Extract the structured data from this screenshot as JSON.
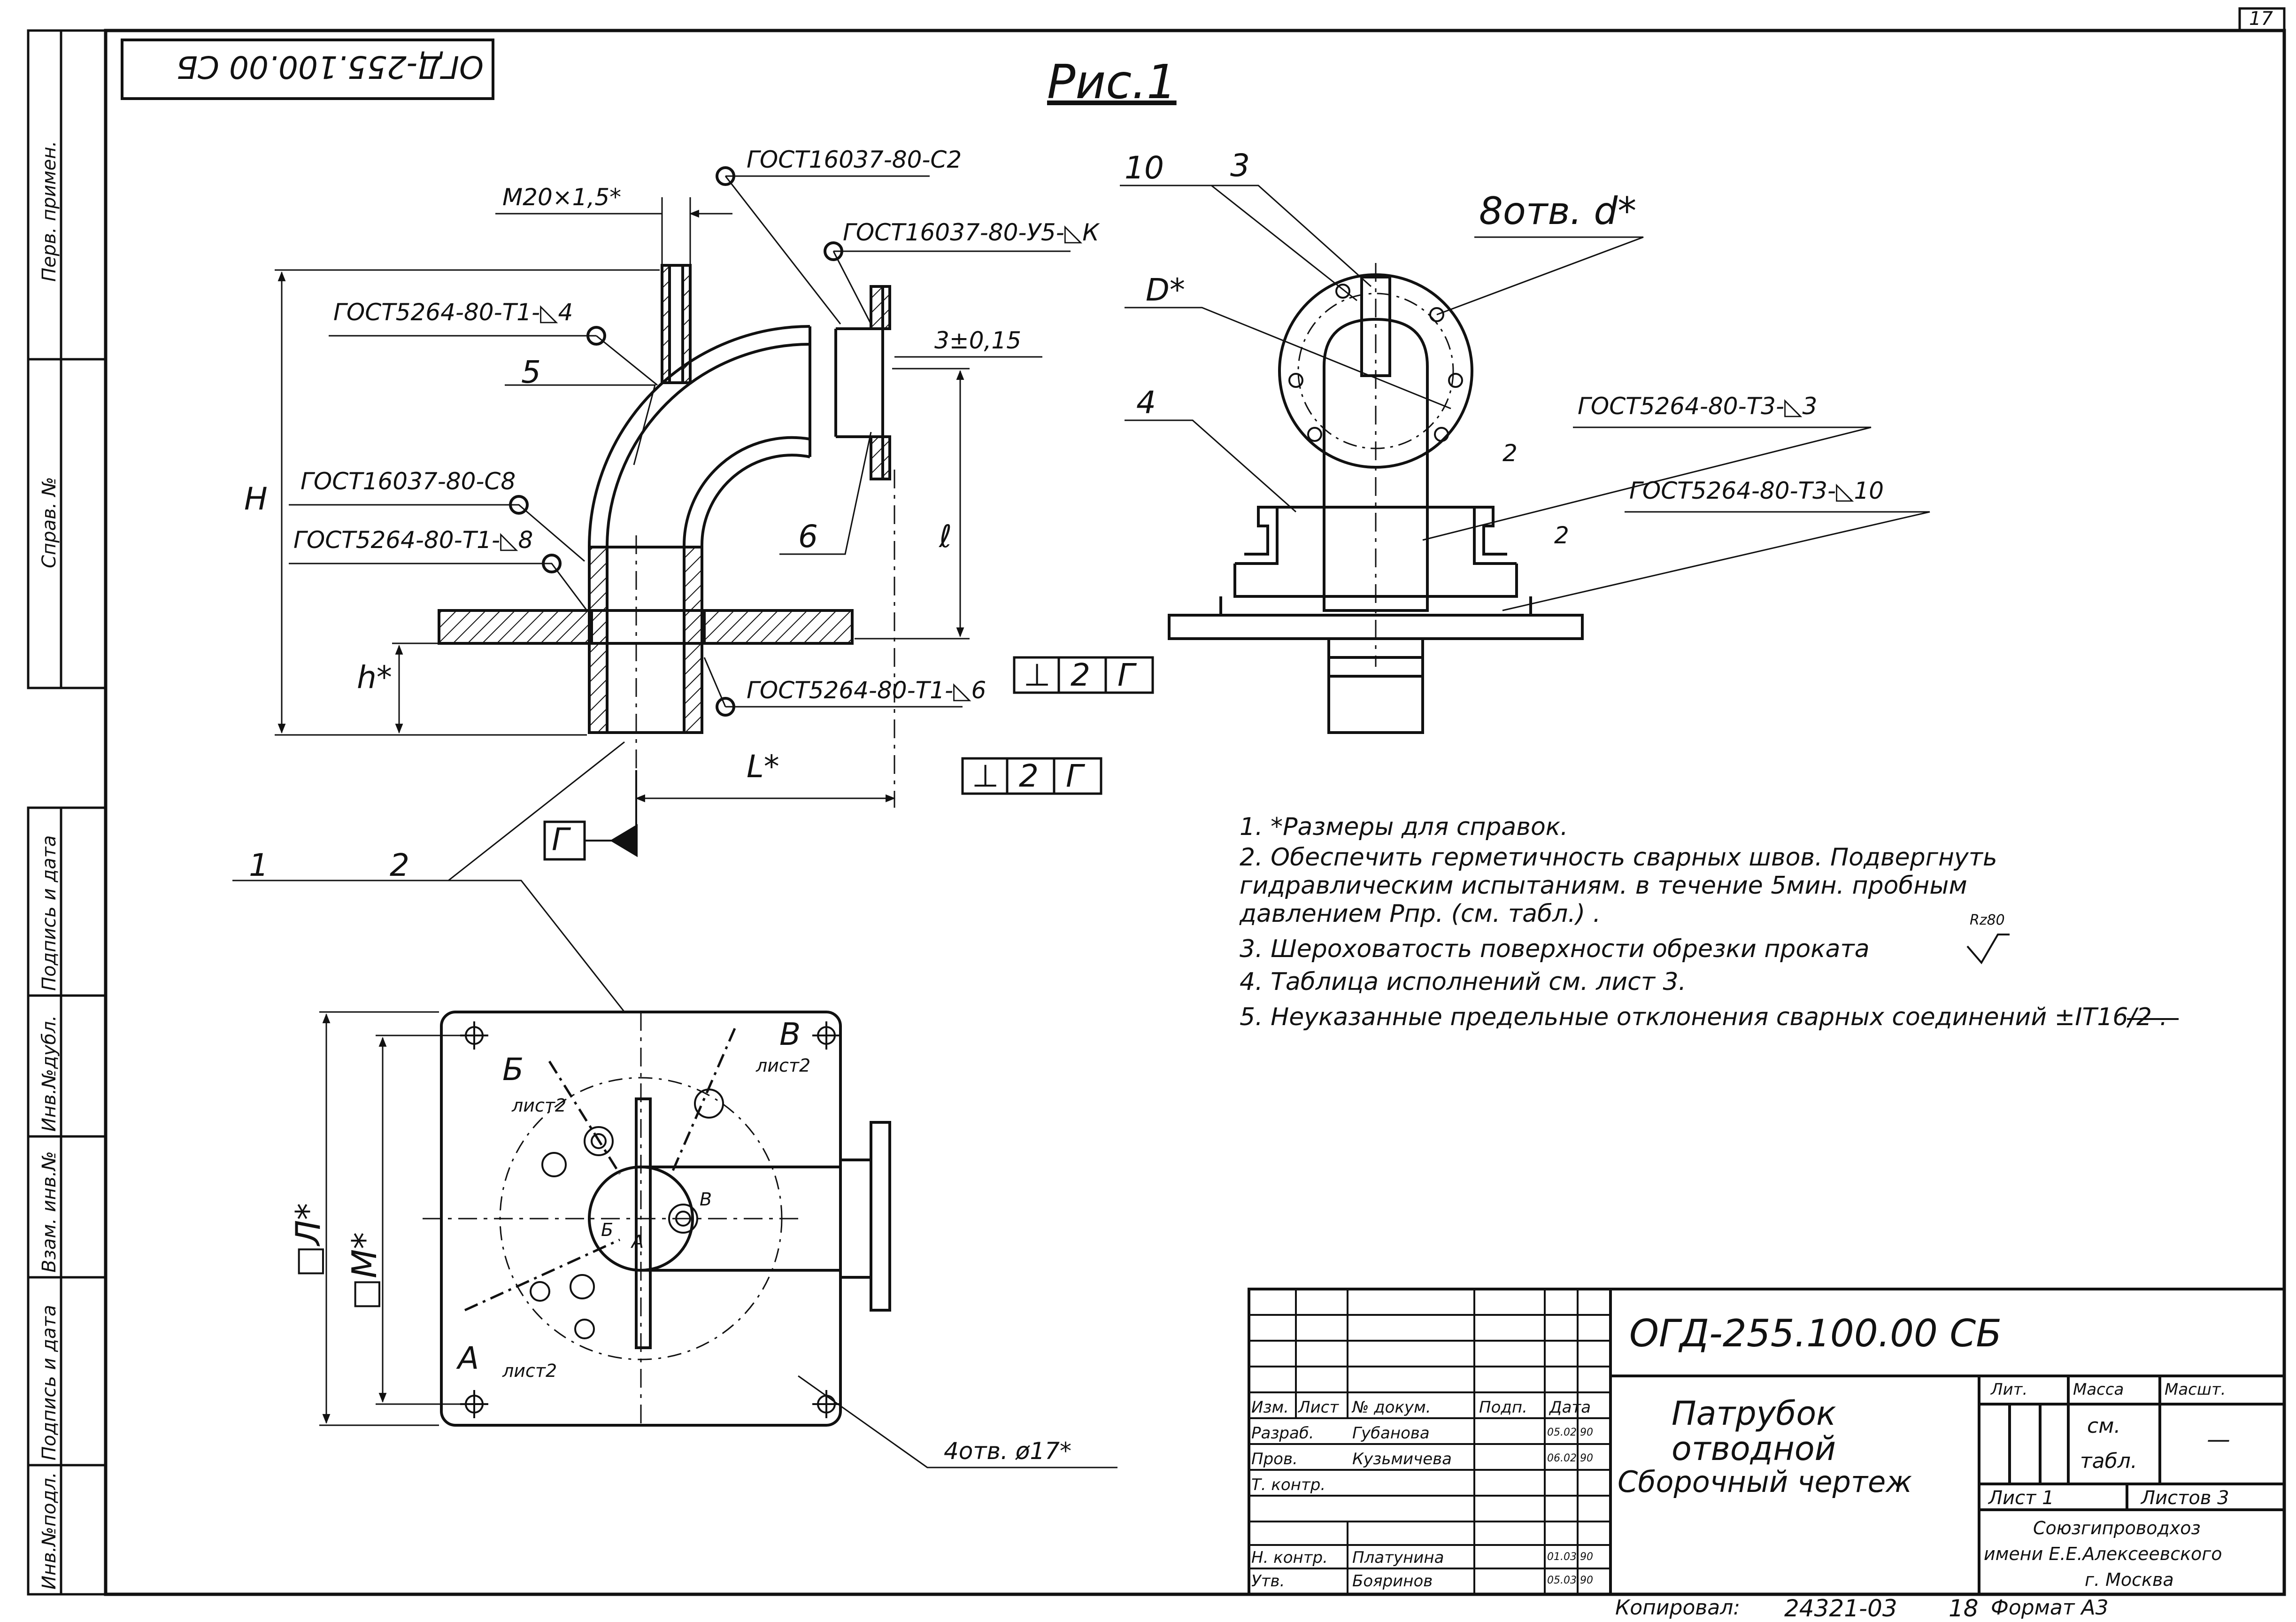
{
  "sheet_number": "17",
  "stamp_code_rotated": "ОГД-255.100.00 СБ",
  "figure_title": "Рис.1",
  "side_strip": [
    "Перв. примен.",
    "Справ. №",
    "Подпись и дата",
    "Инв.№дубл.",
    "Взам. инв.№",
    "Подпись и дата",
    "Инв.№подл."
  ],
  "callouts": {
    "thread": "М20×1,5*",
    "weld_top": "ГОСТ16037-80-С2",
    "weld_flange": "ГОСТ16037-80-У5-◺К",
    "weld_t1_4": "ГОСТ5264-80-Т1-◺4",
    "dim_3": "3±0,15",
    "weld_c8": "ГОСТ16037-80-С8",
    "weld_t1_8": "ГОСТ5264-80-Т1-◺8",
    "weld_t1_6": "ГОСТ5264-80-Т1-◺6",
    "dim_H": "Н",
    "dim_h": "h*",
    "dim_l": "ℓ",
    "dim_L": "L*",
    "pos_5": "5",
    "pos_6": "6",
    "pos_1": "1",
    "pos_2": "2",
    "datum_G": "Г",
    "tol_perp": "⊥",
    "tol_val": "2",
    "pos_10": "10",
    "pos_3": "3",
    "pos_4": "4",
    "holes_d": "8отв. d*",
    "dim_D": "D*",
    "weld_t3_3": "ГОСТ5264-80-Т3-◺3",
    "weld_t3_10": "ГОСТ5264-80-Т3-◺10",
    "leg_2a": "2",
    "leg_2b": "2",
    "dim_sqL": "□Л*",
    "dim_sqM": "□М*",
    "holes_17": "4отв. ø17*",
    "sec_B1": "Б",
    "sec_B2": "В",
    "sec_A": "А",
    "list2": "лист2"
  },
  "notes": [
    "1.  *Размеры для справок.",
    "2.  Обеспечить герметичность сварных швов. Подвергнуть",
    "     гидравлическим испытаниям. в течение 5мин. пробным",
    "     давлением Рпр. (см. табл.) .",
    "3.  Шероховатость поверхности обрезки проката",
    "4.  Таблица исполнений  см. лист 3.",
    "5.  Неуказанные предельные отклонения сварных соединений ±IT16/2 ."
  ],
  "roughness": "Rz80",
  "title_block": {
    "doc_code": "ОГД-255.100.00 СБ",
    "name_line1": "Патрубок",
    "name_line2": "отводной",
    "name_line3": "Сборочный чертеж",
    "hdr_izm": "Изм.",
    "hdr_list": "Лист",
    "hdr_doc": "№ докум.",
    "hdr_sign": "Подп.",
    "hdr_date": "Дата",
    "role_razrab": "Разраб.",
    "name_razrab": "Губанова",
    "date_razrab": "05.02.90",
    "role_prov": "Пров.",
    "name_prov": "Кузьмичева",
    "date_prov": "06.02.90",
    "role_tkontr": "Т. контр.",
    "role_nkontr": "Н. контр.",
    "name_nkontr": "Платунина",
    "date_nkontr": "01.03.90",
    "role_utv": "Утв.",
    "name_utv": "Бояринов",
    "date_utv": "05.03.90",
    "lit": "Лит.",
    "mass": "Масса",
    "scale": "Масшт.",
    "mass_val1": "см.",
    "mass_val2": "табл.",
    "scale_val": "—",
    "sheet": "Лист 1",
    "sheets": "Листов 3",
    "org1": "Союзгипроводхоз",
    "org2": "имени Е.Е.Алексеевского",
    "org3": "г. Москва"
  },
  "footer": {
    "copied": "Копировал:",
    "number": "24321-03",
    "page": "18",
    "format": "Формат А3"
  }
}
